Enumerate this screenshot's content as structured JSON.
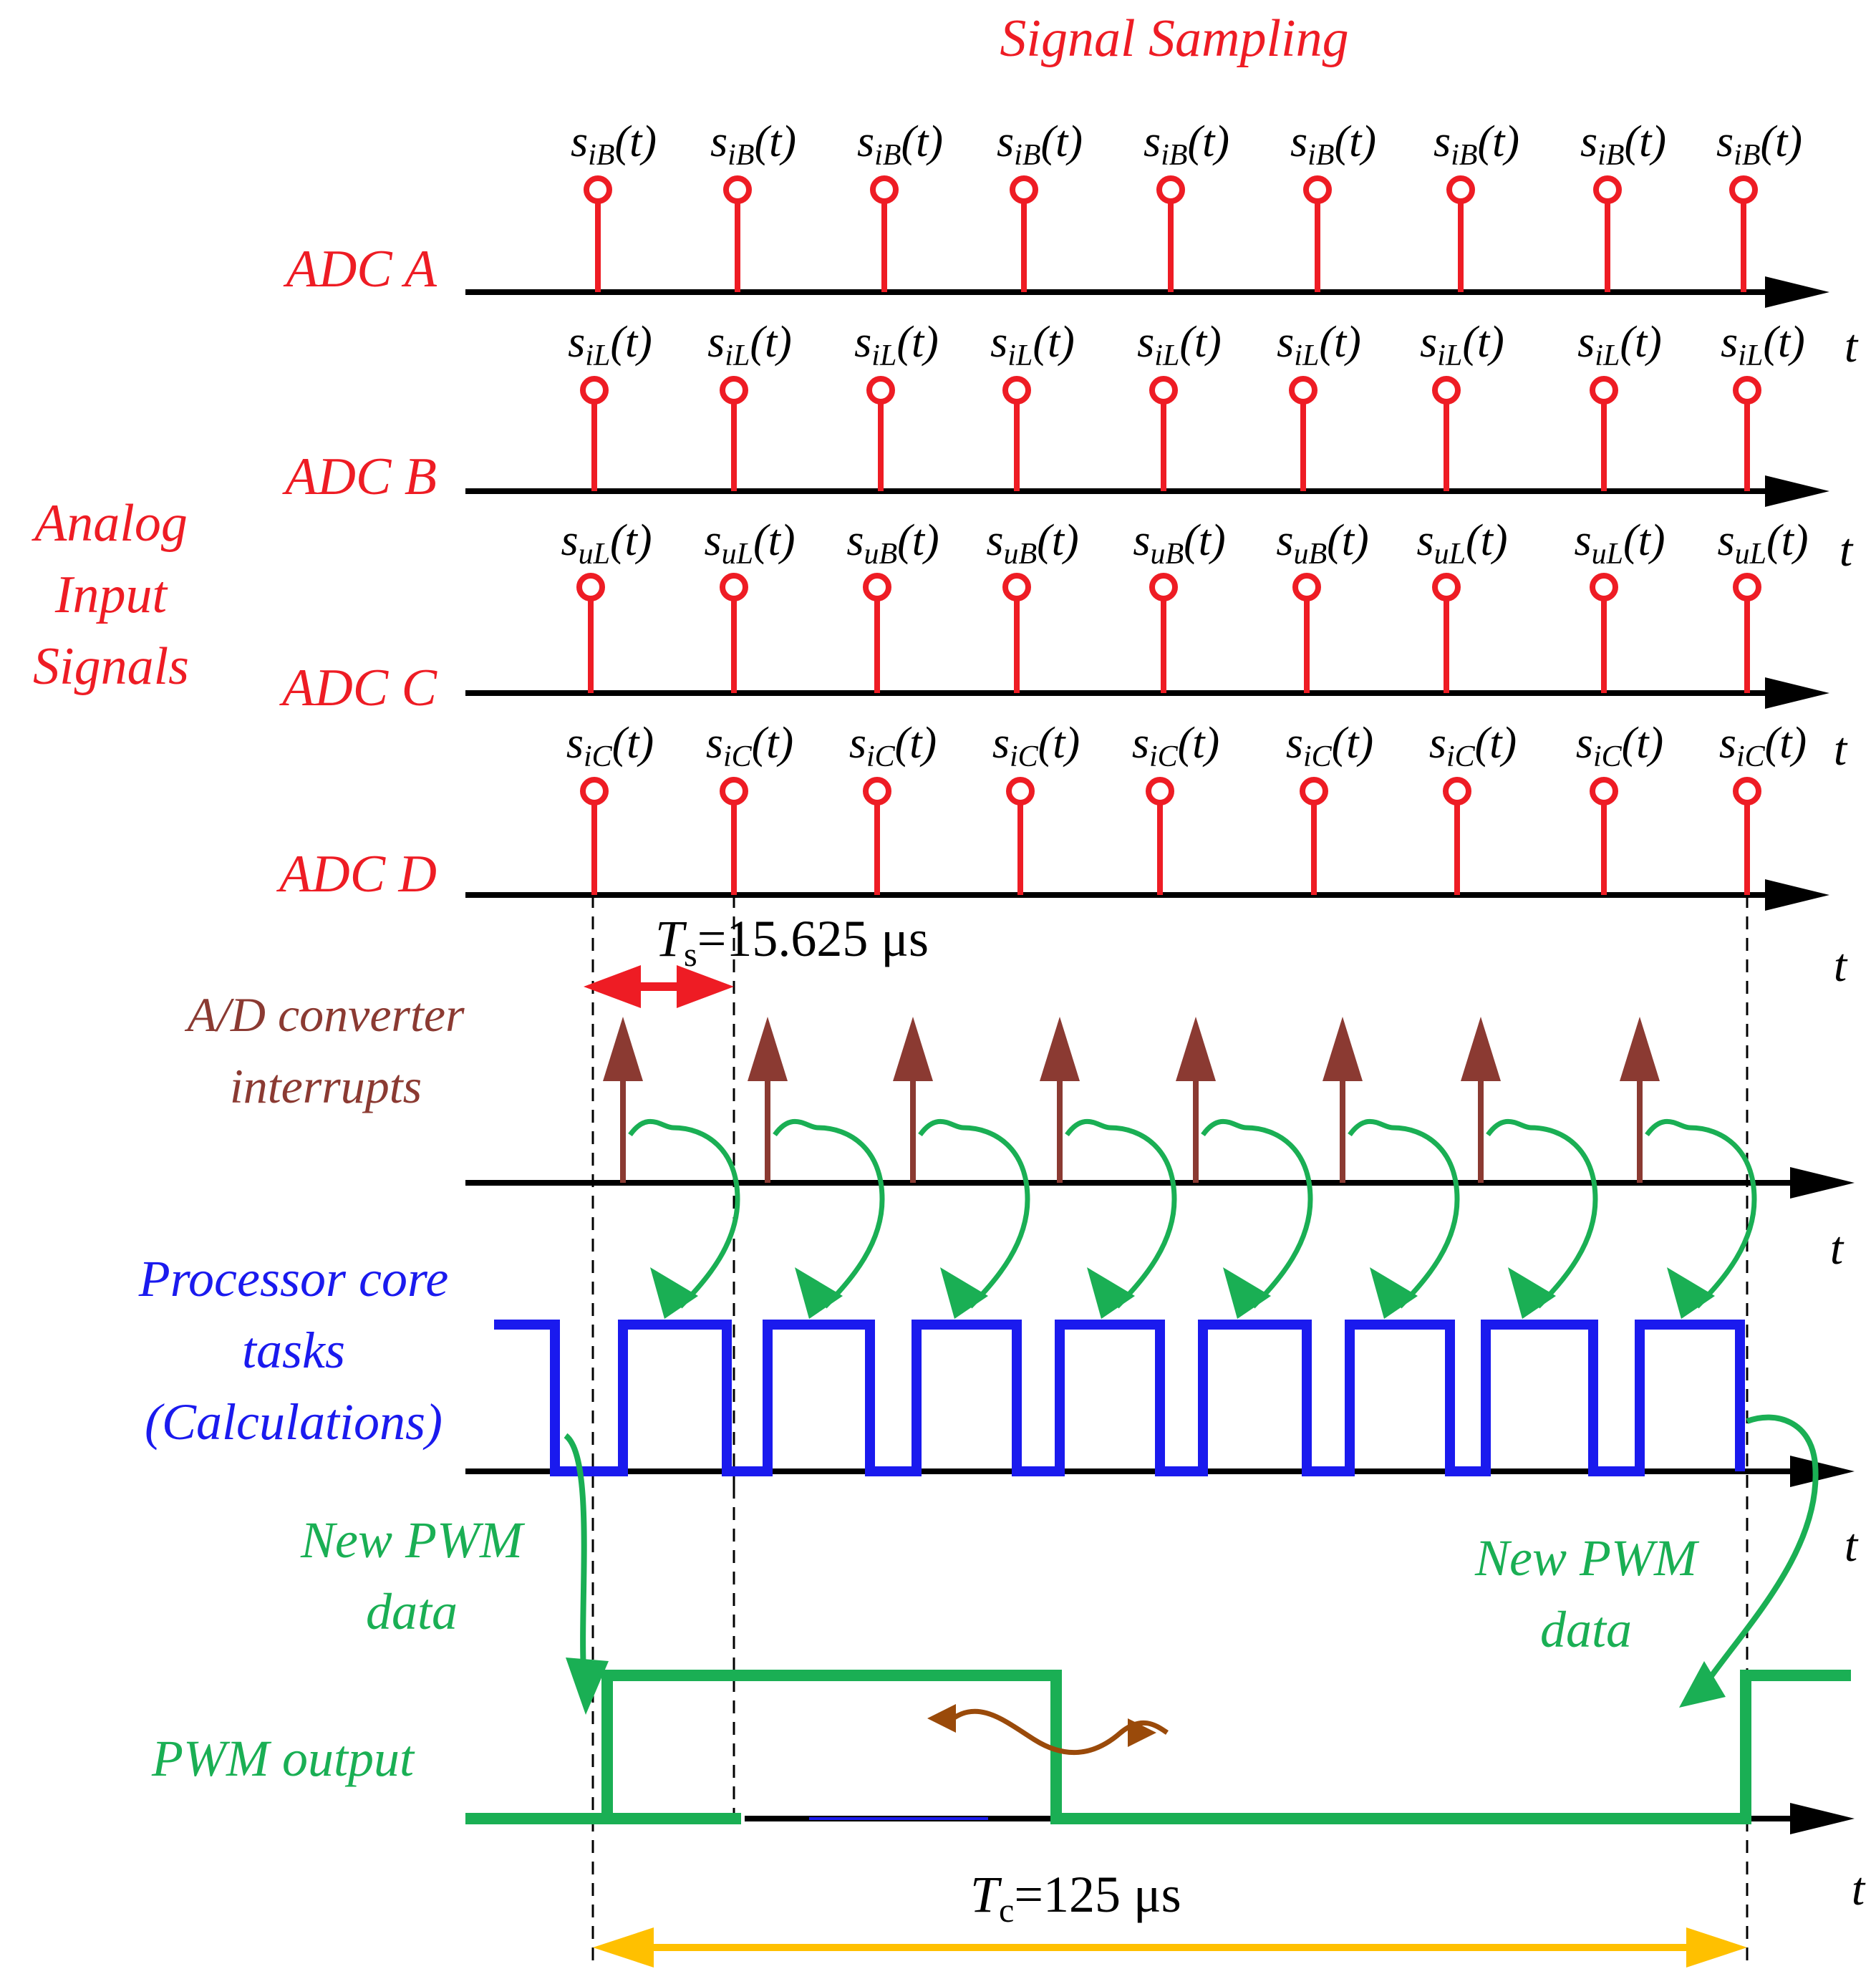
{
  "title": "Signal Sampling",
  "colors": {
    "red": "#ee1c24",
    "brown": "#8b3a32",
    "blue": "#1a1aee",
    "green": "#1aaf54",
    "gold": "#ffc000",
    "black": "#000000",
    "orange_brown": "#9a4a0a"
  },
  "axis_symbol": "t",
  "left_labels": {
    "analog_input_signals": [
      "Analog",
      "Input",
      "Signals"
    ],
    "ad_interrupts": [
      "A/D converter",
      "interrupts"
    ],
    "processor_tasks": [
      "Processor core",
      "tasks",
      "(Calculations)"
    ],
    "new_pwm_data_left": [
      "New PWM",
      "data"
    ],
    "new_pwm_data_right": [
      "New PWM",
      "data"
    ],
    "pwm_output": "PWM output"
  },
  "adc_rows": [
    {
      "label": "ADC A",
      "samples": [
        "iB",
        "iB",
        "iB",
        "iB",
        "iB",
        "iB",
        "iB",
        "iB",
        "iB"
      ]
    },
    {
      "label": "ADC B",
      "samples": [
        "iL",
        "iL",
        "iL",
        "iL",
        "iL",
        "iL",
        "iL",
        "iL",
        "iL"
      ]
    },
    {
      "label": "ADC C",
      "samples": [
        "uL",
        "uL",
        "uB",
        "uB",
        "uB",
        "uB",
        "uL",
        "uL",
        "uL"
      ]
    },
    {
      "label": "ADC D",
      "samples": [
        "iC",
        "iC",
        "iC",
        "iC",
        "iC",
        "iC",
        "iC",
        "iC",
        "iC"
      ]
    }
  ],
  "sample_text": {
    "s": "s",
    "arg": "(t)"
  },
  "ts": {
    "symbol": "T",
    "sub": "s",
    "value": "=15.625 μs"
  },
  "tc": {
    "symbol": "T",
    "sub": "c",
    "value": "=125 μs"
  }
}
